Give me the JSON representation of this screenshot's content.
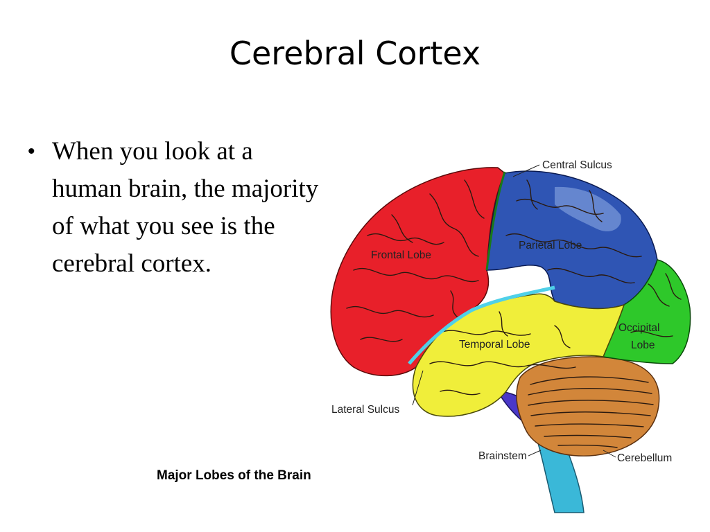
{
  "slide": {
    "title": "Cerebral Cortex",
    "bullets": [
      "When you look at a human brain, the majority of what you see is the cerebral cortex."
    ],
    "caption": "Major Lobes of the Brain"
  },
  "figure": {
    "labels": {
      "central_sulcus": "Central Sulcus",
      "frontal_lobe": "Frontal Lobe",
      "parietal_lobe": "Parietal Lobe",
      "occipital_lobe_line1": "Occipital",
      "occipital_lobe_line2": "Lobe",
      "temporal_lobe": "Temporal Lobe",
      "lateral_sulcus": "Lateral Sulcus",
      "brainstem": "Brainstem",
      "cerebellum": "Cerebellum"
    },
    "colors": {
      "frontal": "#e8202a",
      "parietal": "#2f55b4",
      "parietal_light": "#6f8fd4",
      "occipital": "#2ec82a",
      "temporal": "#f0ee3a",
      "cerebellum": "#d2863a",
      "brainstem": "#3ab8d8",
      "pons": "#4a38c8",
      "sulcus_edge": "#4fd0e8"
    }
  }
}
